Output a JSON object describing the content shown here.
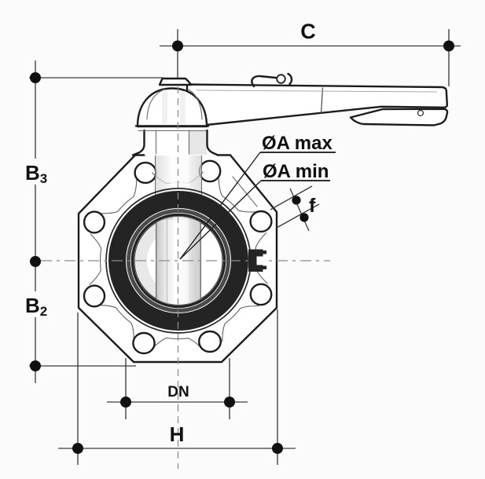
{
  "drawing_labels": {
    "c": "C",
    "b3_base": "B",
    "b3_sub": "3",
    "b2_base": "B",
    "b2_sub": "2",
    "oa_max": "ØA max",
    "oa_min": "ØA min",
    "f": "f",
    "dn": "DN",
    "h": "H"
  },
  "colors": {
    "bg": "#fbfbfb",
    "outline": "#1c1c1c",
    "detail": "#6a6a6a",
    "seat": "#242424",
    "centerline": "#8a8a8a",
    "dim": "#3c3c3c",
    "dot": "#101010",
    "text": "#101010",
    "shade": "#d9d9d9"
  }
}
